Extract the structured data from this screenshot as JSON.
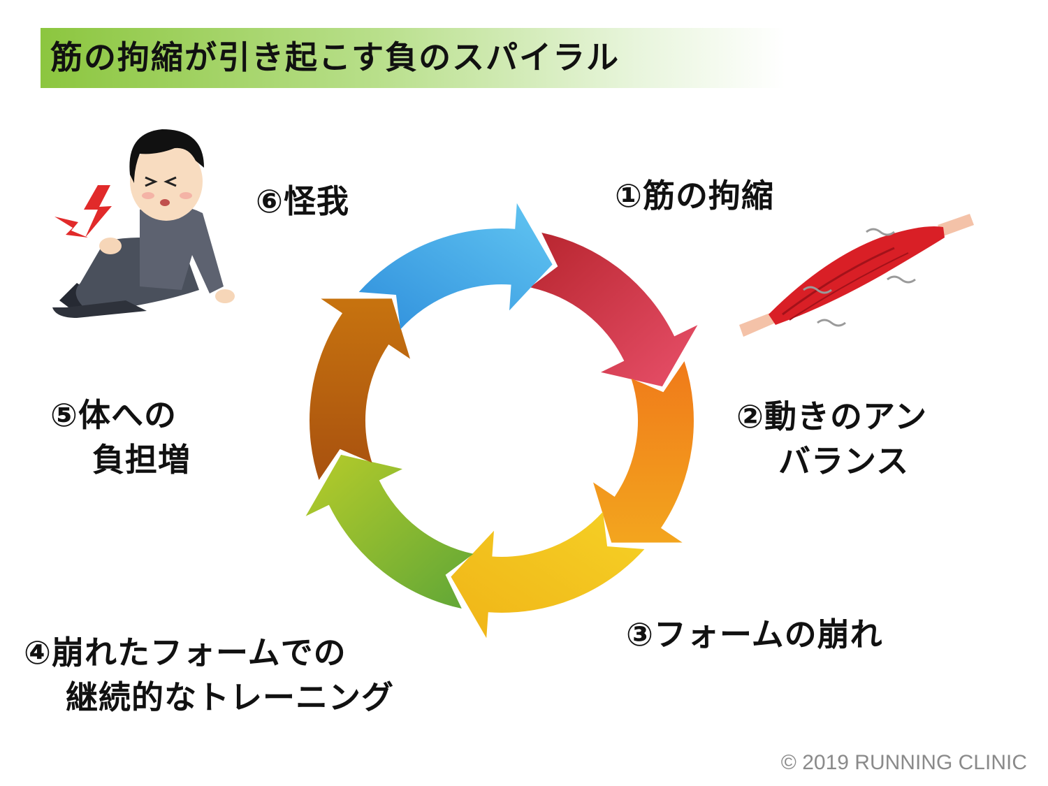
{
  "title": "筋の拘縮が引き起こす負のスパイラル",
  "steps": [
    {
      "lines": [
        "①筋の拘縮"
      ]
    },
    {
      "lines": [
        "②動きのアン",
        "バランス"
      ]
    },
    {
      "lines": [
        "③フォームの崩れ"
      ]
    },
    {
      "lines": [
        "④崩れたフォームでの",
        "継続的なトレーニング"
      ]
    },
    {
      "lines": [
        "⑤体への",
        "負担増"
      ]
    },
    {
      "lines": [
        "⑥怪我"
      ]
    }
  ],
  "cycle_colors": [
    "#c9303a",
    "#f08a1c",
    "#f3c21a",
    "#8fbf2e",
    "#b8620f",
    "#3fa9e8"
  ],
  "accent": "#8cc63f",
  "icons": [
    "injured-person-illustration",
    "muscle-illustration"
  ],
  "copyright": "© 2019 RUNNING CLINIC"
}
